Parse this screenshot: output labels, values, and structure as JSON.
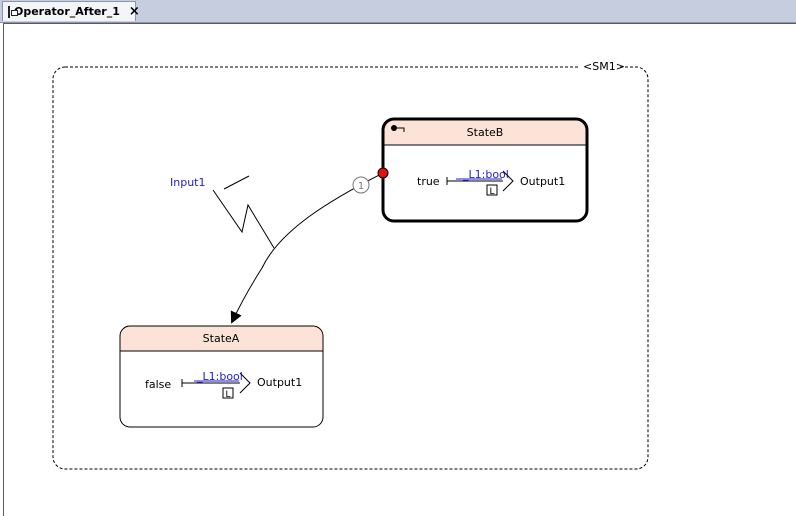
{
  "tab": {
    "title": "Operator_After_1",
    "close_symbol": "×",
    "icon": "diagram-file-icon"
  },
  "diagram": {
    "state_machine_label": "<SM1>",
    "input_label": "Input1",
    "transition_priority": "1",
    "state_b": {
      "name": "StateB",
      "action_value": "true",
      "local_var": "_L1:bool",
      "local_flag": "L",
      "output": "Output1",
      "active": true,
      "icon": "initial-state-icon"
    },
    "state_a": {
      "name": "StateA",
      "action_value": "false",
      "local_var": "_L1:bool",
      "local_flag": "L",
      "output": "Output1"
    }
  },
  "colors": {
    "state_header": "#fde3d7",
    "active_border": "#000000",
    "transition_dot": "#e31010",
    "link_text": "#1e1ed2",
    "tabbar": "#c5cddf"
  }
}
